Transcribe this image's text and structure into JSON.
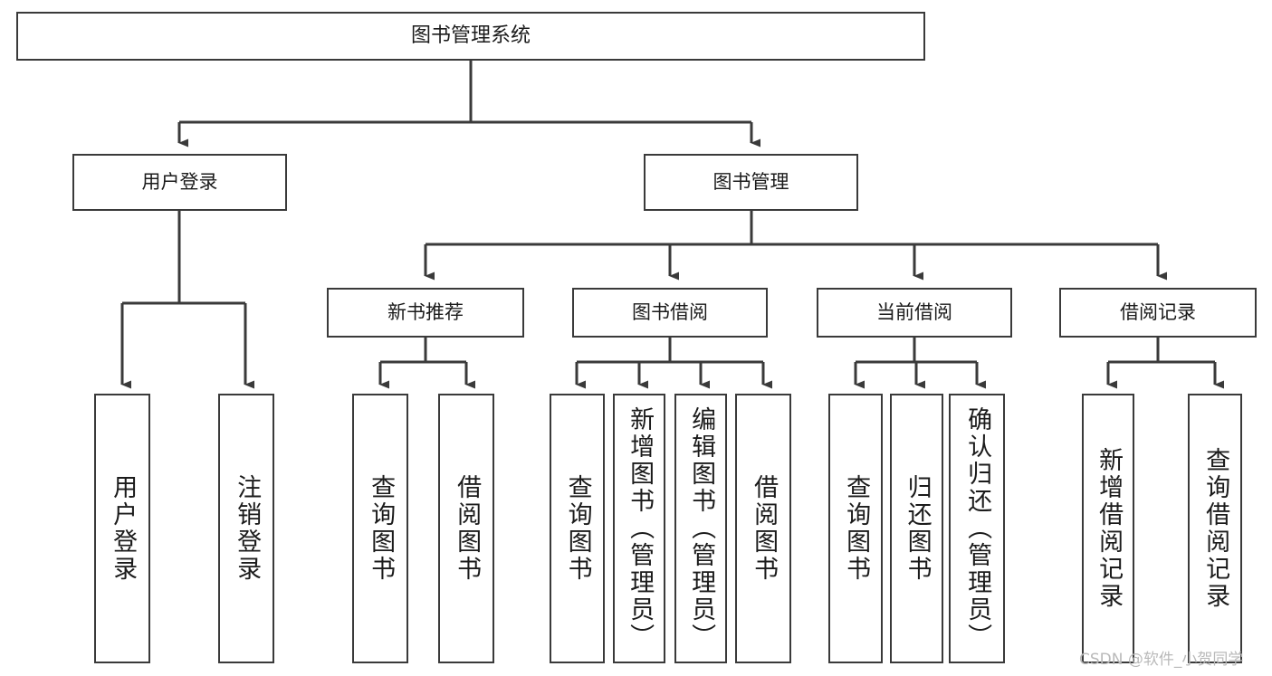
{
  "diagram": {
    "title": "图书管理系统",
    "type": "tree",
    "watermark": "CSDN @软件_小贺同学",
    "colors": {
      "stroke": "#3a3a3a",
      "text": "#1b1b1b",
      "background": "#ffffff",
      "watermark": "#b9b9b9"
    },
    "root": {
      "label": "图书管理系统"
    },
    "level2": [
      {
        "label": "用户登录"
      },
      {
        "label": "图书管理"
      }
    ],
    "level3": [
      {
        "label": "新书推荐"
      },
      {
        "label": "图书借阅"
      },
      {
        "label": "当前借阅"
      },
      {
        "label": "借阅记录"
      }
    ],
    "leaves": {
      "user_login": [
        {
          "label": "用户登录"
        },
        {
          "label": "注销登录"
        }
      ],
      "new_book_recommend": [
        {
          "label": "查询图书"
        },
        {
          "label": "借阅图书"
        }
      ],
      "book_borrow": [
        {
          "label": "查询图书"
        },
        {
          "label": "新增图书（管理员）"
        },
        {
          "label": "编辑图书（管理员）"
        },
        {
          "label": "借阅图书"
        }
      ],
      "current_borrow": [
        {
          "label": "查询图书"
        },
        {
          "label": "归还图书"
        },
        {
          "label": "确认归还（管理员）"
        }
      ],
      "borrow_record": [
        {
          "label": "新增借阅记录"
        },
        {
          "label": "查询借阅记录"
        }
      ]
    }
  }
}
